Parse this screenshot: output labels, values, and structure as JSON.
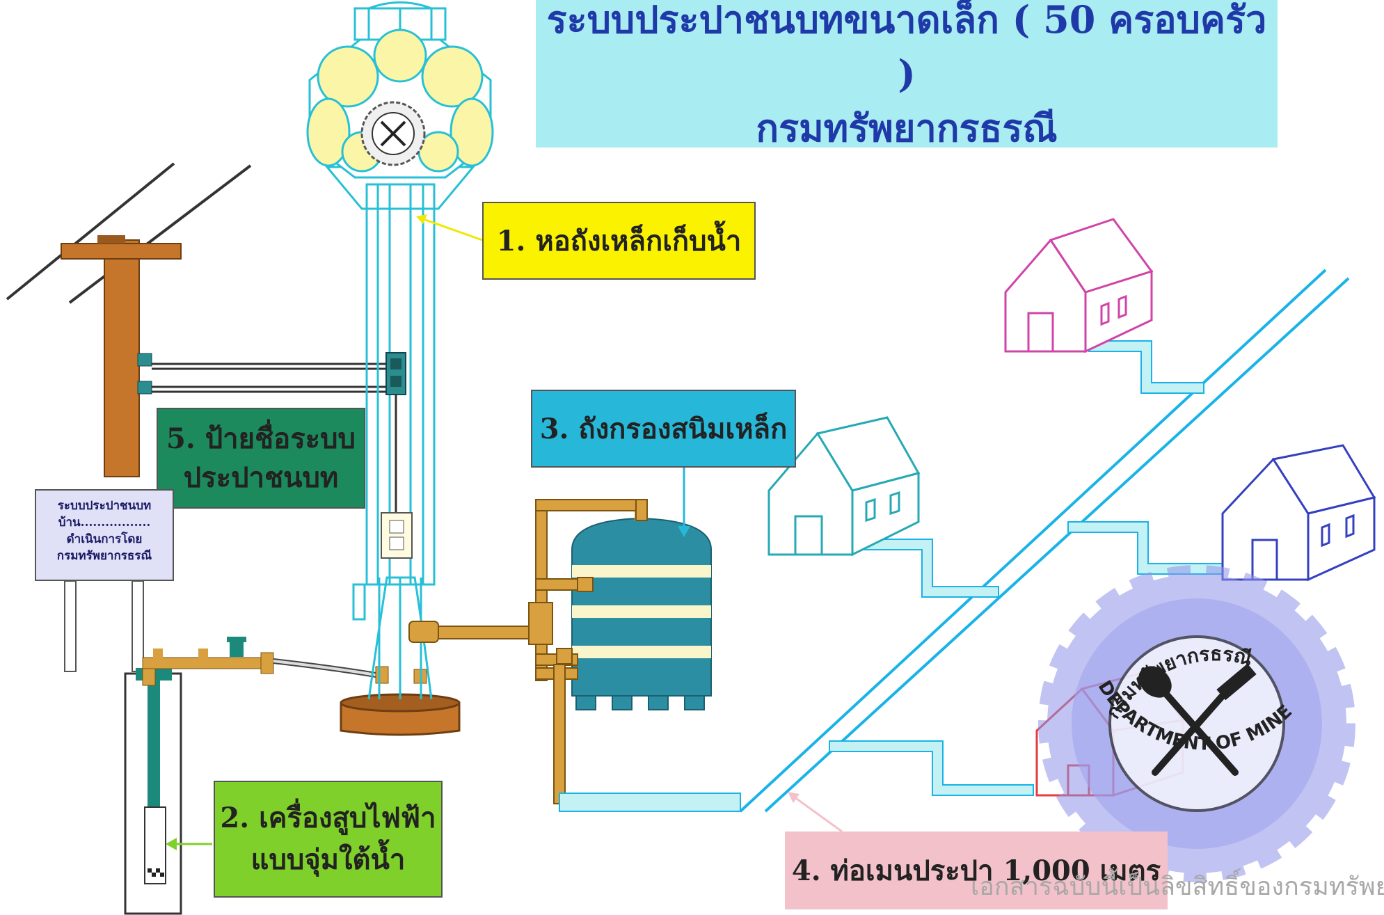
{
  "title": {
    "line1": "ระบบประปาชนบทขนาดเล็ก ( 50 ครอบครัว )",
    "line2": "กรมทรัพยากรธรณี"
  },
  "labels": {
    "tower": "1. หอถังเหล็กเก็บน้ำ",
    "pump_line1": "2. เครื่องสูบไฟฟ้า",
    "pump_line2": "แบบจุ่มใต้น้ำ",
    "filter": "3. ถังกรองสนิมเหล็ก",
    "main_pipe": "4. ท่อเมนประปา 1,000 เมตร",
    "signboard_line1": "5. ป้ายชื่อระบบ",
    "signboard_line2": "ประปาชนบท"
  },
  "signboard": {
    "line1": "ระบบประปาชนบท",
    "line2": "บ้าน.................",
    "line3": "ดำเนินการโดย",
    "line4": "กรมทรัพยากรธรณี"
  },
  "emblem": {
    "text_top": "กรมทรัพยากรธรณี",
    "text_bottom": "DEPARTMENT OF MINERAL RESOURCES"
  },
  "watermark": "เอกสารฉบับนี้เป็นลิขสิทธิ์ของกรมทรัพยากรธ",
  "colors": {
    "title_bg": "#a9ecf2",
    "title_text": "#1f3aa8",
    "tower_outline": "#27c0d6",
    "tower_bulb": "#fbf5a8",
    "pole": "#c5762a",
    "pipe": "#d9a040",
    "filter_tank": "#2b8ea3",
    "main_pipe": "#19b3e8",
    "house_magenta": "#d044a8",
    "house_cyan": "#25a9b5",
    "house_blue": "#3440c0",
    "house_red": "#e53b3b",
    "gear": "#8f93e8"
  }
}
